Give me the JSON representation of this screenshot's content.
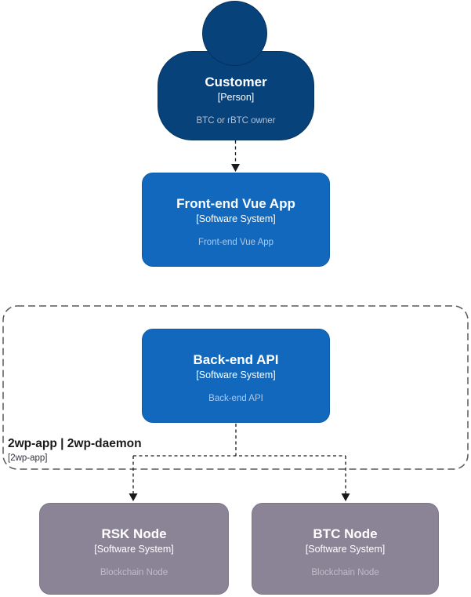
{
  "diagram": {
    "customer": {
      "title": "Customer",
      "type": "[Person]",
      "description": "BTC or rBTC owner"
    },
    "frontend": {
      "title": "Front-end Vue App",
      "type": "[Software System]",
      "description": "Front-end Vue App"
    },
    "backend": {
      "title": "Back-end API",
      "type": "[Software System]",
      "description": "Back-end API"
    },
    "boundary": {
      "title": "2wp-app | 2wp-daemon",
      "subtitle": "[2wp-app]"
    },
    "rsk_node": {
      "title": "RSK Node",
      "type": "[Software System]",
      "description": "Blockchain Node"
    },
    "btc_node": {
      "title": "BTC Node",
      "type": "[Software System]",
      "description": "Blockchain Node"
    },
    "colors": {
      "person_fill": "#08427b",
      "software_system_fill": "#1168bd",
      "blockchain_node_fill": "#8b8496",
      "boundary_border": "#595959",
      "connector": "#1a1a1a",
      "background": "#ffffff"
    }
  }
}
